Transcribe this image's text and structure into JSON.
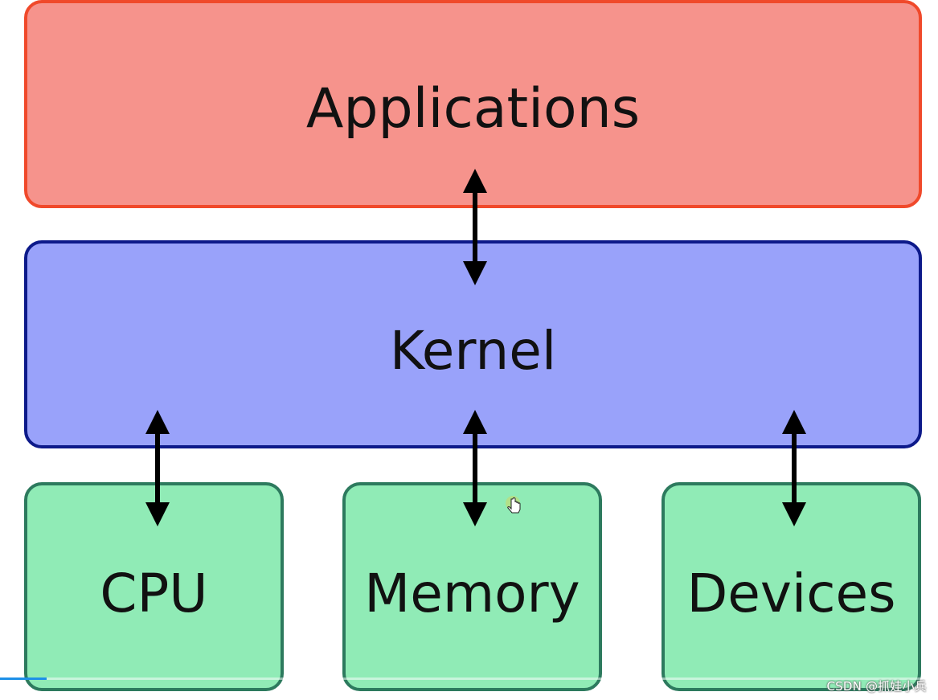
{
  "diagram": {
    "applications_label": "Applications",
    "kernel_label": "Kernel",
    "cpu_label": "CPU",
    "memory_label": "Memory",
    "devices_label": "Devices"
  },
  "colors": {
    "applications_fill": "#f6938c",
    "applications_border": "#f0492b",
    "kernel_fill": "#99a2fa",
    "kernel_border": "#0d1a8a",
    "hardware_fill": "#90ebb6",
    "hardware_border": "#2d7a5e",
    "arrow": "#000000"
  },
  "video_progress_fraction": 0.05,
  "watermark": "CSDN @抓娃小兵"
}
